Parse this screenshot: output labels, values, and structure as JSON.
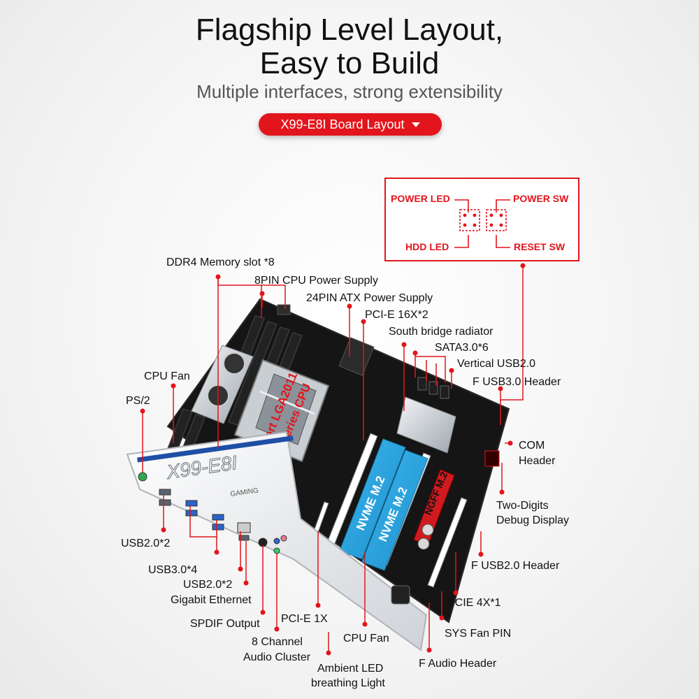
{
  "header": {
    "title_line1": "Flagship Level Layout,",
    "title_line2": "Easy to Build",
    "subtitle": "Multiple interfaces, strong extensibility",
    "layout_button": "X99-E8I Board Layout"
  },
  "panel_header": {
    "power_led": "POWER LED",
    "power_sw": "POWER SW",
    "hdd_led": "HDD  LED",
    "reset_sw": "RESET SW"
  },
  "board_print": {
    "io_model": "X99-E8I",
    "io_brand": "GAMING",
    "cpu_support_line1": "Support LGA2011",
    "cpu_support_line2": "V3/V4 series CPU",
    "nvme1": "NVME M.2",
    "nvme2": "NVME M.2",
    "ngff": "NGFF M.2"
  },
  "callouts": {
    "ddr4": "DDR4 Memory slot *8",
    "cpu_power": "8PIN CPU Power Supply",
    "atx_power": "24PIN ATX Power Supply",
    "pcie16": "PCI-E 16X*2",
    "south_bridge": "South bridge radiator",
    "sata": "SATA3.0*6",
    "vertical_usb": "Vertical USB2.0",
    "f_usb3": "F USB3.0 Header",
    "cpu_fan_left": "CPU Fan",
    "ps2": "PS/2",
    "com_line1": "COM",
    "com_line2": "Header",
    "debug_line1": "Two-Digits",
    "debug_line2": "Debug Display",
    "usb20_2_left": "USB2.0*2",
    "f_usb20": "F USB2.0 Header",
    "usb30_4": "USB3.0*4",
    "usb20_2": "USB2.0*2",
    "gigabit": "Gigabit Ethernet",
    "pcie4": "PCIE 4X*1",
    "spdif": "SPDIF Output",
    "pcie1": "PCI-E 1X",
    "sys_fan": "SYS Fan PIN",
    "audio_line1": "8 Channel",
    "audio_line2": "Audio Cluster",
    "cpu_fan_bottom": "CPU Fan",
    "f_audio": "F Audio Header",
    "ambient_line1": "Ambient LED",
    "ambient_line2": "breathing Light"
  },
  "colors": {
    "accent_red": "#e2151c",
    "nvme_blue": "#29a7e1",
    "board_black": "#151515"
  }
}
